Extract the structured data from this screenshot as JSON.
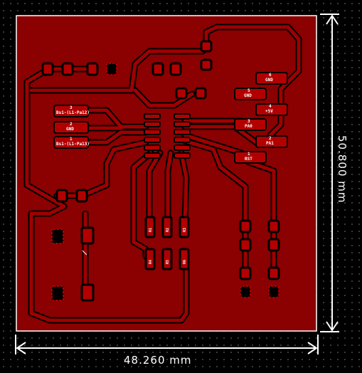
{
  "board": {
    "width_label": "48.260 mm",
    "height_label": "50.800 mm",
    "colors": {
      "background": "#000000",
      "copper_fill": "#8b0000",
      "trace": "#a00000",
      "pad": "#b20000",
      "edge": "#ffffff",
      "grid_dot": "#4a4a4a"
    }
  },
  "silkscreen": {
    "connectors_left": [
      {
        "pin": "3",
        "label": "Bs1-(L1-Pa12)"
      },
      {
        "pin": "2",
        "label": "GND"
      },
      {
        "pin": "1",
        "label": "Bs1-(L1-Pa13)"
      }
    ],
    "connectors_right": [
      {
        "pin": "6",
        "label": "GND"
      },
      {
        "pin": "5",
        "label": "GND"
      },
      {
        "pin": "4",
        "label": "+5V"
      },
      {
        "pin": "3",
        "label": "PA0"
      },
      {
        "pin": "2",
        "label": "PA1"
      },
      {
        "pin": "1",
        "label": "RST"
      }
    ],
    "pad_labels": [
      "R1",
      "R2",
      "R3",
      "R4",
      "R5",
      "R6"
    ]
  }
}
